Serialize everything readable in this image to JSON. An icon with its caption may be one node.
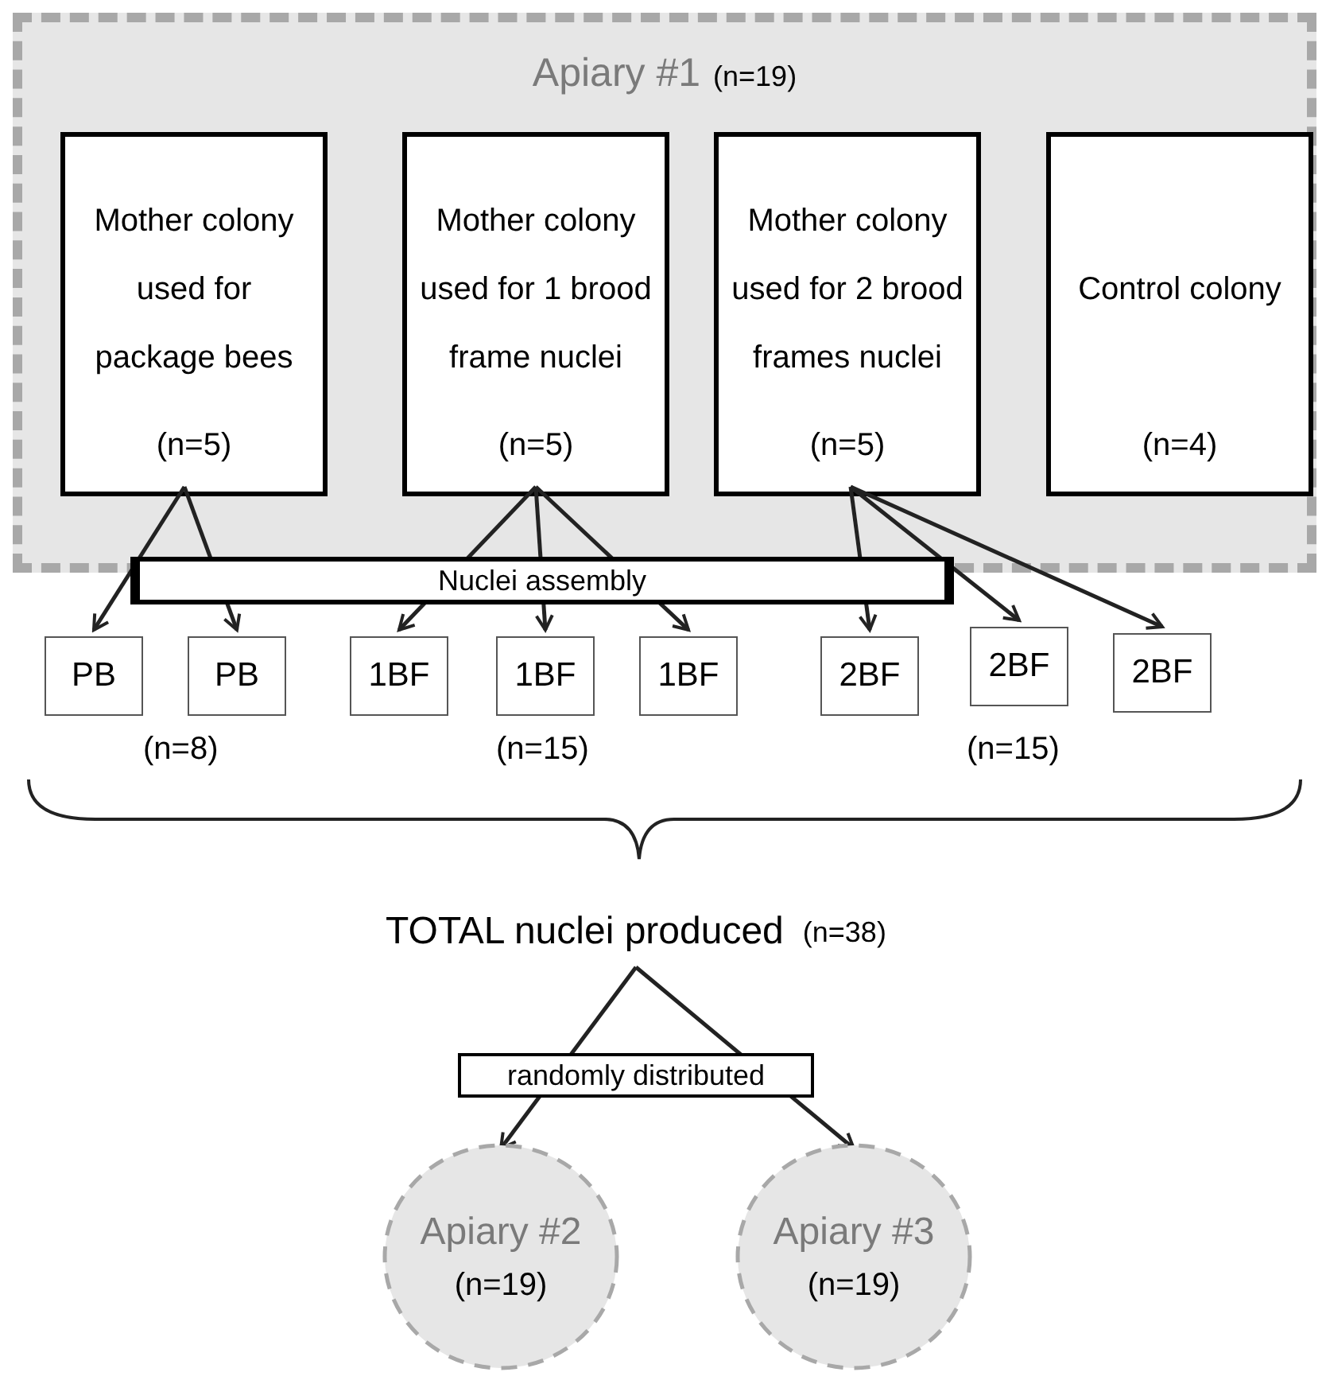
{
  "diagram": {
    "nodes": [
      {
        "text": [
          "Apiary #1",
          "(n=19)"
        ]
      },
      {
        "text": [
          "Mother colony used for package bees",
          "(n=5)"
        ],
        "in": 0
      },
      {
        "text": [
          "Mother colony used for 1 brood frame nuclei",
          "(n=5)"
        ],
        "in": 0
      },
      {
        "text": [
          "Mother colony used for 2 brood frames nuclei",
          "(n=5)"
        ],
        "in": 0
      },
      {
        "text": [
          "Control colony",
          "(n=4)"
        ],
        "in": 0
      },
      {
        "text": [
          "PB"
        ]
      },
      {
        "text": [
          "PB"
        ]
      },
      {
        "text": [
          "1BF"
        ]
      },
      {
        "text": [
          "1BF"
        ]
      },
      {
        "text": [
          "1BF"
        ]
      },
      {
        "text": [
          "2BF"
        ]
      },
      {
        "text": [
          "2BF"
        ]
      },
      {
        "text": [
          "2BF"
        ]
      },
      {
        "text": [
          "TOTAL nuclei produced",
          "(n=38)"
        ]
      },
      {
        "text": [
          "Apiary #2",
          "(n=19)"
        ]
      },
      {
        "text": [
          "Apiary #3",
          "(n=19)"
        ]
      }
    ],
    "edges": [
      {
        "from": 1,
        "to": 5,
        "arrow": "to"
      },
      {
        "from": 1,
        "to": 6,
        "arrow": "to"
      },
      {
        "from": 2,
        "to": 7,
        "arrow": "to"
      },
      {
        "from": 2,
        "to": 8,
        "arrow": "to"
      },
      {
        "from": 2,
        "to": 9,
        "arrow": "to"
      },
      {
        "from": 3,
        "to": 10,
        "arrow": "to"
      },
      {
        "from": 3,
        "to": 11,
        "arrow": "to"
      },
      {
        "from": 3,
        "to": 12,
        "arrow": "to"
      },
      {
        "from": 13,
        "to": 14,
        "arrow": "to"
      },
      {
        "from": 13,
        "to": 15,
        "arrow": "to"
      }
    ],
    "labels": [
      "Nuclei assembly",
      "(n=8)",
      "(n=15)",
      "(n=15)",
      "randomly distributed"
    ]
  }
}
